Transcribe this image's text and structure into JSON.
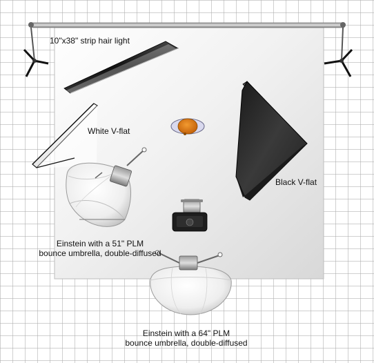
{
  "labels": {
    "strip_light": "10\"x38\" strip hair light",
    "white_vflat": "White V-flat",
    "black_vflat": "Black V-flat",
    "umbrella_left_line1": "Einstein with a 51\" PLM",
    "umbrella_left_line2": "bounce umbrella, double-diffused",
    "umbrella_bottom_line1": "Einstein with a 64\" PLM",
    "umbrella_bottom_line2": "bounce umbrella, double-diffused"
  },
  "colors": {
    "backdrop": "#f2f2f2",
    "subject": "#e07a10",
    "black_flat": "#2a2a2a",
    "grid": "#aaaaaa"
  },
  "icons": {
    "subject": "person-top-view-icon",
    "camera": "camera-icon",
    "stands": "tripod-stand-icon"
  }
}
